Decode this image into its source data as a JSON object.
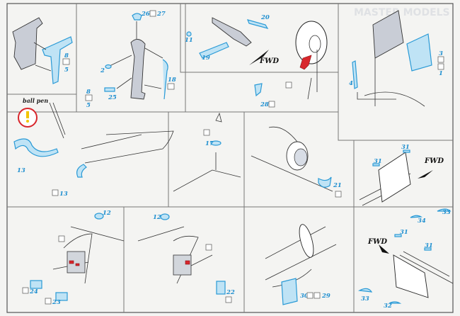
{
  "sheet": {
    "panels": {
      "p1": {
        "parts": [
          "8",
          "5"
        ]
      },
      "p2": {
        "parts": [
          "26",
          "27",
          "2",
          "18",
          "8",
          "5",
          "25"
        ]
      },
      "p3": {
        "parts": [
          "11",
          "20",
          "19"
        ],
        "direction": "FWD"
      },
      "p4": {
        "parts": [
          "28"
        ]
      },
      "p5": {
        "parts": [
          "3",
          "1",
          "4"
        ]
      },
      "p6": {
        "note": "ball pen",
        "parts": [
          "13",
          "13"
        ]
      },
      "p7": {
        "parts": [
          "17"
        ]
      },
      "p8": {
        "parts": [
          "21"
        ]
      },
      "p9": {
        "parts": [
          "31",
          "31",
          "33",
          "34"
        ],
        "direction": "FWD"
      },
      "p10": {
        "parts": [
          "12",
          "24",
          "23"
        ]
      },
      "p11": {
        "parts": [
          "12",
          "22"
        ]
      },
      "p12": {
        "parts": [
          "30",
          "29"
        ]
      },
      "p13": {
        "parts": [
          "31",
          "31",
          "33",
          "32"
        ],
        "direction": "FWD"
      }
    },
    "show_through": [
      "MASTER MODELS"
    ]
  },
  "colors": {
    "etch": "#2a9ad6",
    "paint_red": "#d8262c",
    "primer": "#c9cdd6"
  }
}
